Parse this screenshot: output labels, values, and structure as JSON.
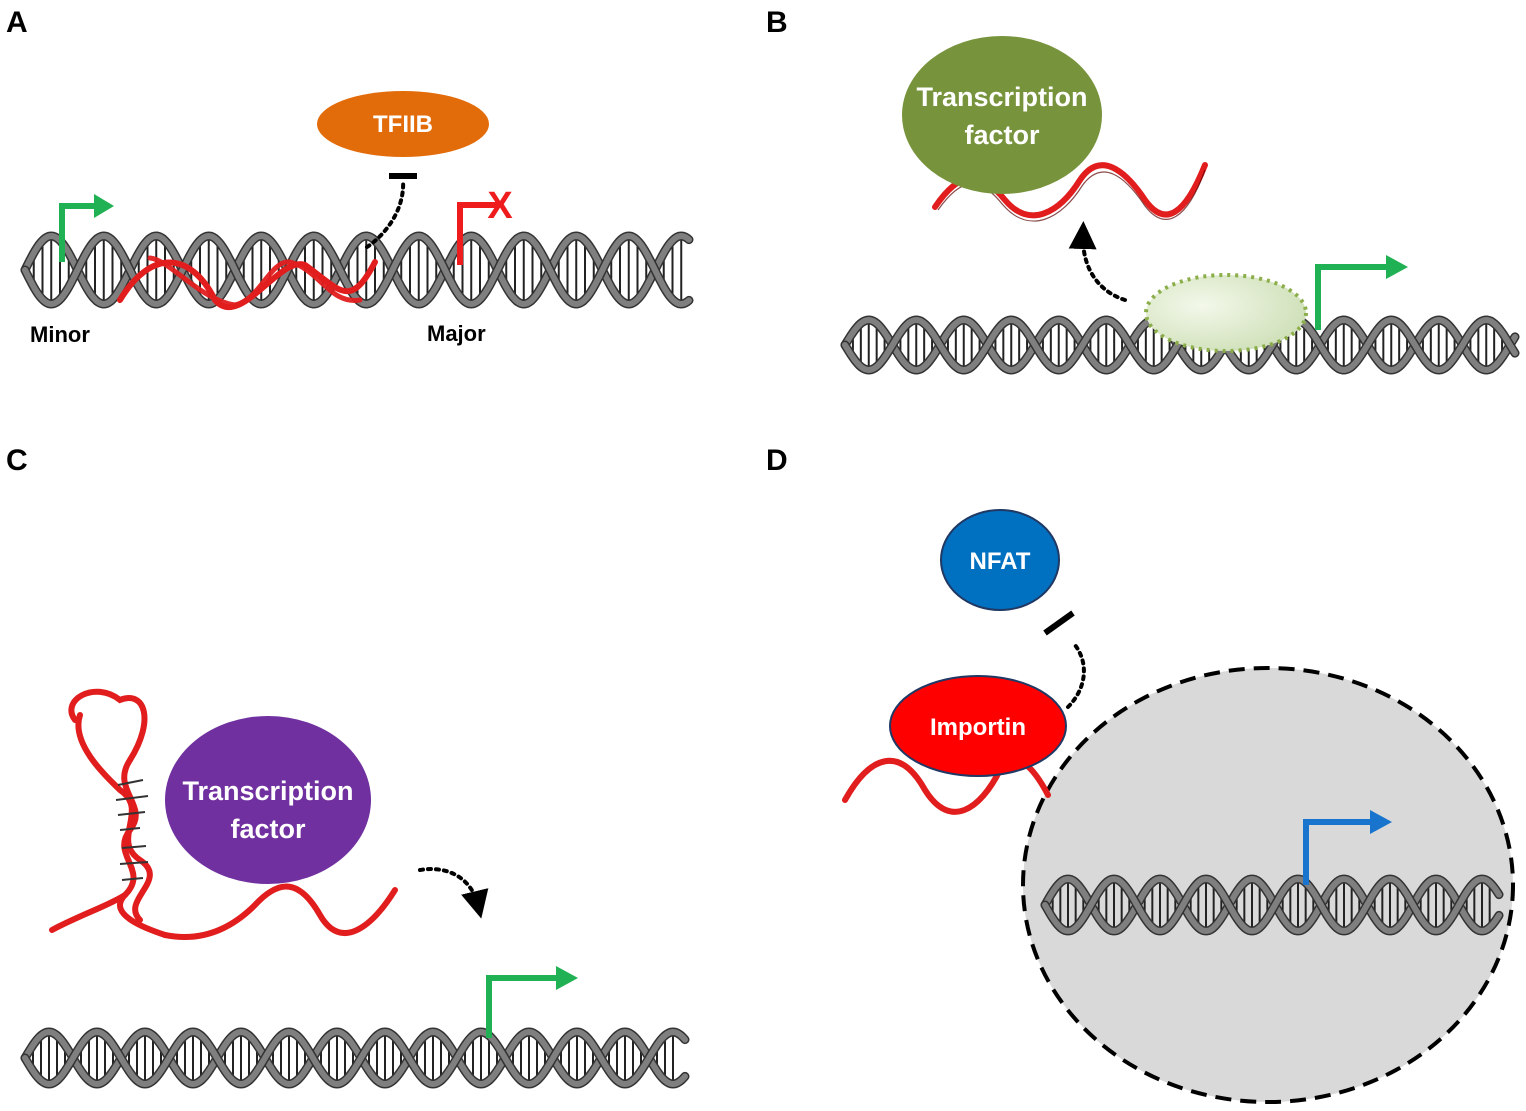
{
  "panels": {
    "a": {
      "label": "A",
      "protein": "TFIIB",
      "groove_left": "Minor",
      "groove_right": "Major",
      "protein_color": "#e36c0a",
      "active_arrow_color": "#1fb153",
      "blocked_arrow_color": "#ee1c1c",
      "blocked_mark": "X"
    },
    "b": {
      "label": "B",
      "protein_line1": "Transcription",
      "protein_line2": "factor",
      "protein_color": "#77933c",
      "arrow_color": "#1fb153"
    },
    "c": {
      "label": "C",
      "protein_line1": "Transcription",
      "protein_line2": "factor",
      "protein_color": "#7030a0",
      "arrow_color": "#1fb153"
    },
    "d": {
      "label": "D",
      "protein_top": "NFAT",
      "protein_bottom": "Importin",
      "nfat_color": "#0070c0",
      "importin_color": "#ff0000",
      "nucleus_color": "#d9d9d9",
      "arrow_color": "#1874cd"
    }
  },
  "colors": {
    "dna_backbone": "#7f7f7f",
    "rna_strand": "#e11d1d",
    "inhibition": "#000000"
  },
  "icons": [
    "dna-helix-icon",
    "rna-hairpin-icon",
    "tss-arrow-icon",
    "inhibition-bar-icon"
  ]
}
